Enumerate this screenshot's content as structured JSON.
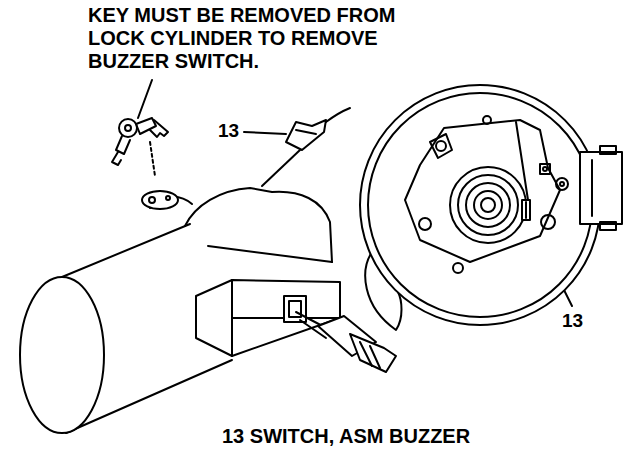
{
  "diagram": {
    "caption": "13 SWITCH, ASM BUZZER",
    "labels": [
      "KEY MUST BE REMOVED FROM LOCK CYLINDER TO REMOVE BUZZER SWITCH.",
      "13",
      "13"
    ]
  }
}
